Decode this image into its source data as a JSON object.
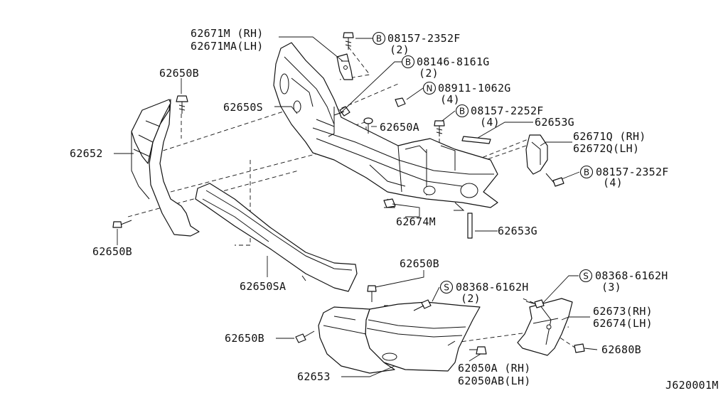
{
  "labels": {
    "p62671M": "62671M (RH)",
    "p62671MA": "62671MA(LH)",
    "b1_code": "08157-2352F",
    "b1_qty": "(2)",
    "b2_code": "08146-8161G",
    "b2_qty": "(2)",
    "n1_code": "08911-1062G",
    "n1_qty": "(4)",
    "b3_code": "08157-2252F",
    "b3_qty": "(4)",
    "p62650B_top": "62650B",
    "p62650S": "62650S",
    "p62650A": "62650A",
    "p62653G_top": "62653G",
    "p62671Q": "62671Q (RH)",
    "p62672Q": "62672Q(LH)",
    "b4_code": "08157-2352F",
    "b4_qty": "(4)",
    "p62652": "62652",
    "p62674M": "62674M",
    "p62653G_bot": "62653G",
    "p62650B_left": "62650B",
    "p62650SA": "62650SA",
    "p62650B_mid": "62650B",
    "s1_code": "08368-6162H",
    "s1_qty": "(2)",
    "s2_code": "08368-6162H",
    "s2_qty": "(3)",
    "p62673": "62673(RH)",
    "p62674": "62674(LH)",
    "p62650B_low": "62650B",
    "p62680B": "62680B",
    "p62653": "62653",
    "p62050A": "62050A (RH)",
    "p62050AB": "62050AB(LH)",
    "diagram_id": "J620001M"
  },
  "badges": {
    "bolt": "B",
    "nut": "N",
    "screw": "S"
  }
}
